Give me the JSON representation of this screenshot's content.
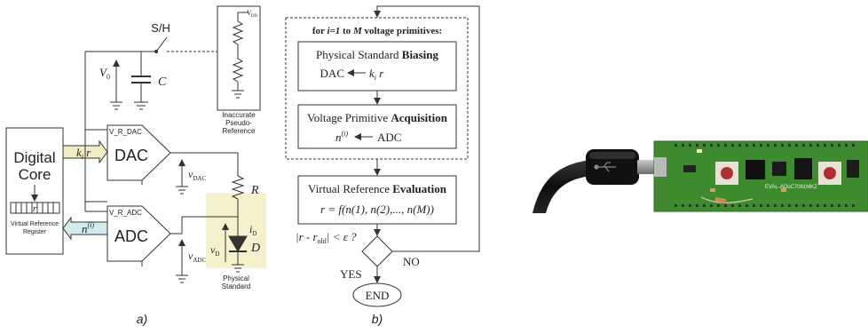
{
  "panel_a": {
    "caption": "a)",
    "digital_core": {
      "title_line1": "Digital",
      "title_line2": "Core",
      "register_symbol": "r",
      "register_label_line1": "Virtual Reference",
      "register_label_line2": "Register"
    },
    "kr_label": "k",
    "kr_sub": "i",
    "kr_tail": " r",
    "n_out_label": "n",
    "n_out_sup": "(i)",
    "dac": {
      "ref_label": "V_R_DAC",
      "name": "DAC"
    },
    "adc": {
      "ref_label": "V_R_ADC",
      "name": "ADC"
    },
    "sh_label": "S/H",
    "cap_label": "C",
    "v0_label": "V",
    "v0_sub": "0",
    "vdd_label": "V",
    "vdd_sub": "DD",
    "pseudo_ref": {
      "line1": "Inaccurate",
      "line2": "Pseudo-",
      "line3": "Reference"
    },
    "vdac_label": "v",
    "vdac_sub": "DAC",
    "vadc_label": "v",
    "vadc_sub": "ADC",
    "resistor_label": "R",
    "id_label": "i",
    "id_sub": "D",
    "vd_label": "v",
    "vd_sub": "D",
    "diode_label": "D",
    "physical_standard": {
      "line1": "Physical",
      "line2": "Standard"
    }
  },
  "panel_b": {
    "caption": "b)",
    "loop_header": {
      "p1": "for ",
      "i_eq": "i=1",
      "p2": " to ",
      "m": "M",
      "p3": " voltage primitives:"
    },
    "box1": {
      "title_plain": "Physical Standard ",
      "title_bold": "Biasing",
      "eq_left": "DAC",
      "eq_k": "k",
      "eq_ksub": "i",
      "eq_r": " r"
    },
    "box2": {
      "title_plain": "Voltage Primitive ",
      "title_bold": "Acquisition",
      "eq_n": "n",
      "eq_nsup": "(i)",
      "eq_right": "ADC"
    },
    "box3": {
      "title_plain": "Virtual Reference ",
      "title_bold": "Evaluation",
      "eq": "r = f(n(1), n(2),..., n(M))"
    },
    "condition": "|r - r",
    "condition_sub": "old",
    "condition_tail": "| < ε ?",
    "yes_label": "YES",
    "no_label": "NO",
    "end_label": "END"
  },
  "photo": {
    "board_text": "EVAL-ADuC7061MKZ"
  },
  "colors": {
    "line": "#333333",
    "physical_standard_bg": "#f6f0cc",
    "kr_bg": "#f3ebc4",
    "n_bg": "#d3ebec",
    "n_arrow": "#bfe3e6",
    "board_green": "#3e8a2e",
    "cable": "#151515"
  }
}
